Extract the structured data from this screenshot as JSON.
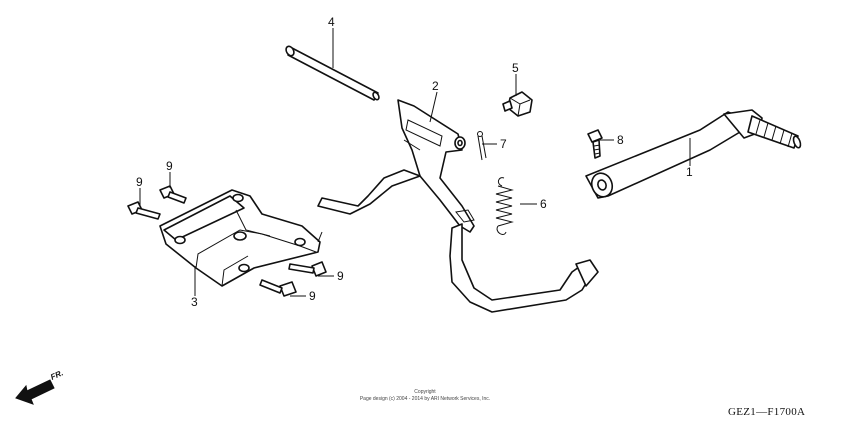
{
  "callouts": [
    {
      "id": "1",
      "label": "1"
    },
    {
      "id": "2",
      "label": "2"
    },
    {
      "id": "3",
      "label": "3"
    },
    {
      "id": "4",
      "label": "4"
    },
    {
      "id": "5",
      "label": "5"
    },
    {
      "id": "6",
      "label": "6"
    },
    {
      "id": "7",
      "label": "7"
    },
    {
      "id": "8",
      "label": "8"
    },
    {
      "id": "9a",
      "label": "9"
    },
    {
      "id": "9b",
      "label": "9"
    },
    {
      "id": "9c",
      "label": "9"
    },
    {
      "id": "9d",
      "label": "9"
    }
  ],
  "footer": {
    "copyright_title": "Copyright",
    "copyright_text": "Page design (c) 2004 - 2014 by ARI Network Services, Inc.",
    "diagram_code": "GEZ1—F1700A",
    "direction_label": "FR."
  }
}
